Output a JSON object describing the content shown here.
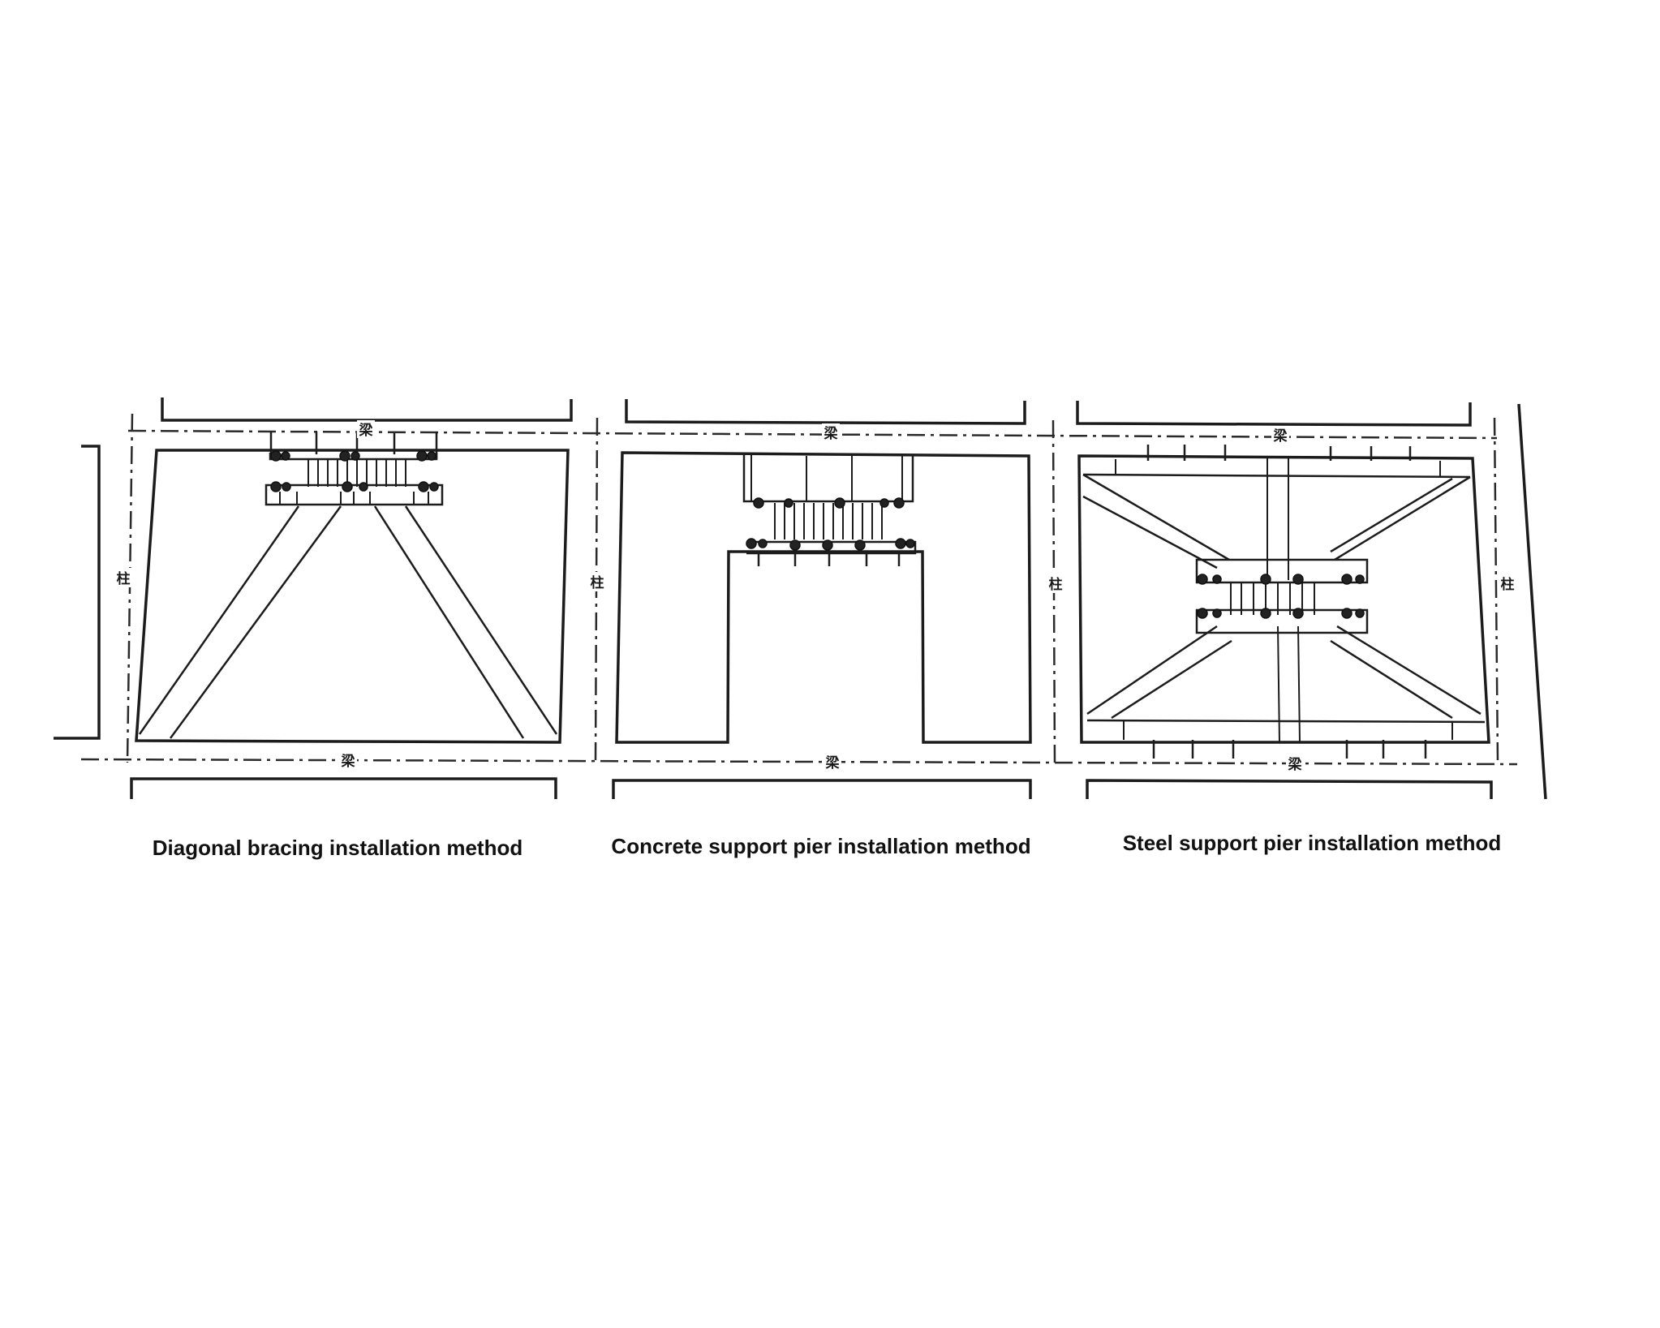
{
  "labels": {
    "beam": "梁",
    "column": "柱"
  },
  "captions": {
    "diagonal": "Diagonal bracing installation method",
    "concrete": "Concrete support pier installation method",
    "steel": "Steel support pier installation method"
  },
  "colors": {
    "ink": "#1c1c1c",
    "background": "#ffffff"
  }
}
